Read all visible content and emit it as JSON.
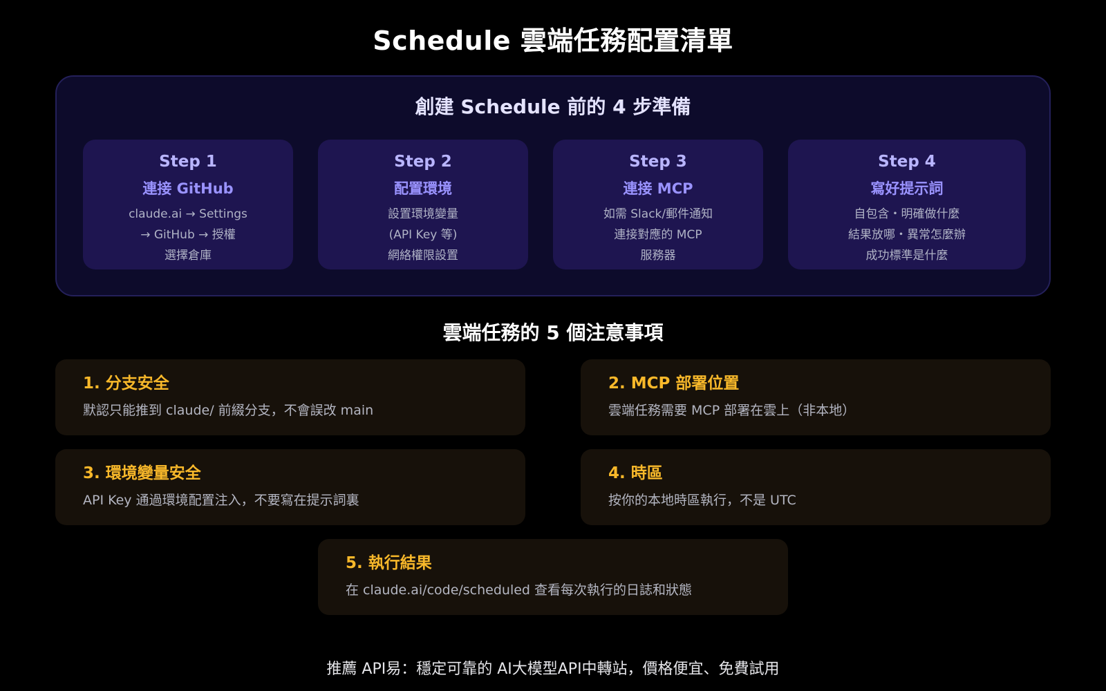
{
  "title": "Schedule 雲端任務配置清單",
  "prep": {
    "title": "創建 Schedule 前的 4 步準備",
    "steps": [
      {
        "step": "Step 1",
        "name": "連接 GitHub",
        "lines": [
          "claude.ai → Settings",
          "→ GitHub → 授權",
          "選擇倉庫"
        ]
      },
      {
        "step": "Step 2",
        "name": "配置環境",
        "lines": [
          "設置環境變量",
          "(API Key 等)",
          "網絡權限設置"
        ]
      },
      {
        "step": "Step 3",
        "name": "連接 MCP",
        "lines": [
          "如需 Slack/郵件通知",
          "連接對應的 MCP",
          "服務器"
        ]
      },
      {
        "step": "Step 4",
        "name": "寫好提示詞",
        "lines": [
          "自包含・明確做什麼",
          "結果放哪・異常怎麼辦",
          "成功標準是什麼"
        ]
      }
    ]
  },
  "notes": {
    "title": "雲端任務的 5 個注意事項",
    "items": [
      {
        "title": "1. 分支安全",
        "desc": "默認只能推到 claude/ 前綴分支，不會誤改 main"
      },
      {
        "title": "2. MCP 部署位置",
        "desc": "雲端任務需要 MCP 部署在雲上（非本地）"
      },
      {
        "title": "3. 環境變量安全",
        "desc": "API Key 通過環境配置注入，不要寫在提示詞裏"
      },
      {
        "title": "4. 時區",
        "desc": "按你的本地時區執行，不是 UTC"
      },
      {
        "title": "5. 執行結果",
        "desc": "在 claude.ai/code/scheduled 查看每次執行的日誌和狀態"
      }
    ]
  },
  "footer": "推薦 API易：穩定可靠的 AI大模型API中轉站，價格便宜、免費試用"
}
